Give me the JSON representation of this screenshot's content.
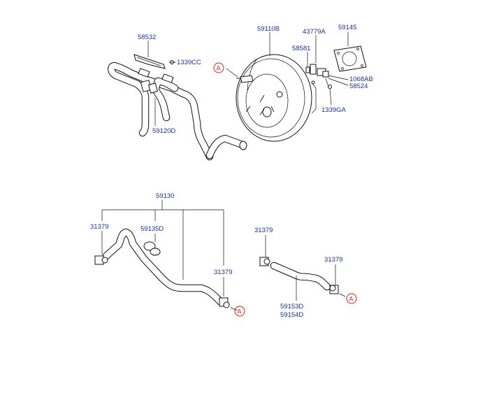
{
  "labels": {
    "p58532": "58532",
    "p1339cc": "1339CC",
    "p59120d": "59120D",
    "p59110b": "59110B",
    "p43779a": "43779A",
    "p59145": "59145",
    "p58581": "58581",
    "p1068ab": "1068AB",
    "p58524": "58524",
    "p1339ga": "1339GA",
    "p59130": "59130",
    "p31379_a": "31379",
    "p59135d": "59135D",
    "p31379_b": "31379",
    "p31379_c": "31379",
    "p31379_d": "31379",
    "p59153d": "59153D",
    "p59154d": "59154D"
  },
  "refs": {
    "ref_top": "A",
    "ref_bottom_left": "A",
    "ref_bottom_right": "A"
  },
  "colors": {
    "label": "#1a2fa8",
    "reference": "#e8201c",
    "line": "#111111"
  }
}
